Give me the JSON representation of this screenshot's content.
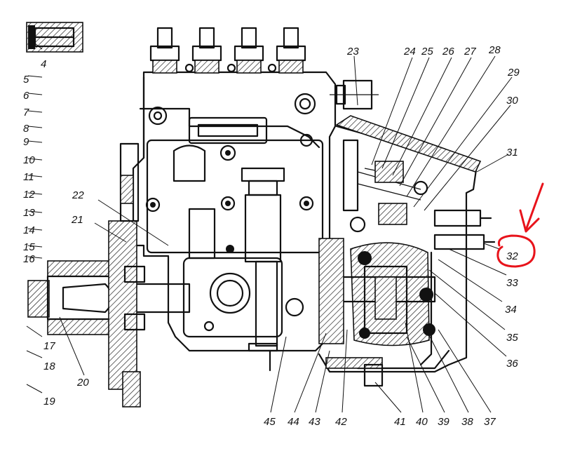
{
  "labels": {
    "l4": "4",
    "l5": "5",
    "l6": "6",
    "l7": "7",
    "l8": "8",
    "l9": "9",
    "l10": "10",
    "l11": "11",
    "l12": "12",
    "l13": "13",
    "l14": "14",
    "l15": "15",
    "l16": "16",
    "l17": "17",
    "l18": "18",
    "l19": "19",
    "l20": "20",
    "l21": "21",
    "l22": "22",
    "l23": "23",
    "l24": "24",
    "l25": "25",
    "l26": "26",
    "l27": "27",
    "l28": "28",
    "l29": "29",
    "l30": "30",
    "l31": "31",
    "l32": "32",
    "l33": "33",
    "l34": "34",
    "l35": "35",
    "l36": "36",
    "l37": "37",
    "l38": "38",
    "l39": "39",
    "l40": "40",
    "l41": "41",
    "l42": "42",
    "l43": "43",
    "l44": "44",
    "l45": "45"
  },
  "annotation": {
    "color": "#e8131b",
    "marker": "circle-and-arrow"
  }
}
